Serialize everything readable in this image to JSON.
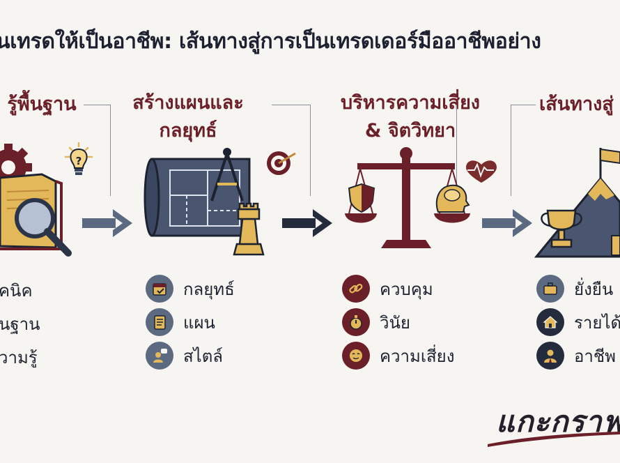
{
  "title": "นเทรดให้เป็นอาชีพ: เส้นทางสู่การเป็นเทรดเดอร์มืออาชีพอย่าง",
  "colors": {
    "maroon": "#6b1f28",
    "navy": "#3a4660",
    "slate": "#5b6a80",
    "gold": "#e3b85a",
    "brown": "#7a2b2b"
  },
  "columns": [
    {
      "title": "รู้พื้นฐาน",
      "icon": "book-magnifier-gear-icon",
      "items": [
        {
          "label": "คนิค",
          "icon": ""
        },
        {
          "label": "นฐาน",
          "icon": ""
        },
        {
          "label": "วามรู้",
          "icon": ""
        }
      ]
    },
    {
      "title_lines": [
        "สร้างแผนและ",
        "กลยุทธ์"
      ],
      "icon": "blueprint-compass-chess-icon",
      "items": [
        {
          "label": "กลยุทธ์",
          "icon": "calendar-check-icon"
        },
        {
          "label": "แผน",
          "icon": "notebook-icon"
        },
        {
          "label": "สไตล์",
          "icon": "person-speech-icon"
        }
      ]
    },
    {
      "title_lines": [
        "บริหารความเสี่ยง",
        "& จิตวิทยา"
      ],
      "icon": "balance-scale-shield-brain-icon",
      "items": [
        {
          "label": "ควบคุม",
          "icon": "chain-link-icon"
        },
        {
          "label": "วินัย",
          "icon": "stopwatch-icon"
        },
        {
          "label": "ความเสี่ยง",
          "icon": "calm-face-icon"
        }
      ]
    },
    {
      "title": "เส้นทางสู่",
      "icon": "mountain-flag-trophy-icon",
      "items": [
        {
          "label": "ยั่งยืน",
          "icon": "briefcase-icon"
        },
        {
          "label": "รายได้",
          "icon": "house-icon"
        },
        {
          "label": "อาชีพ",
          "icon": "professional-person-icon"
        }
      ]
    }
  ],
  "brand": "แกะกราฟ"
}
